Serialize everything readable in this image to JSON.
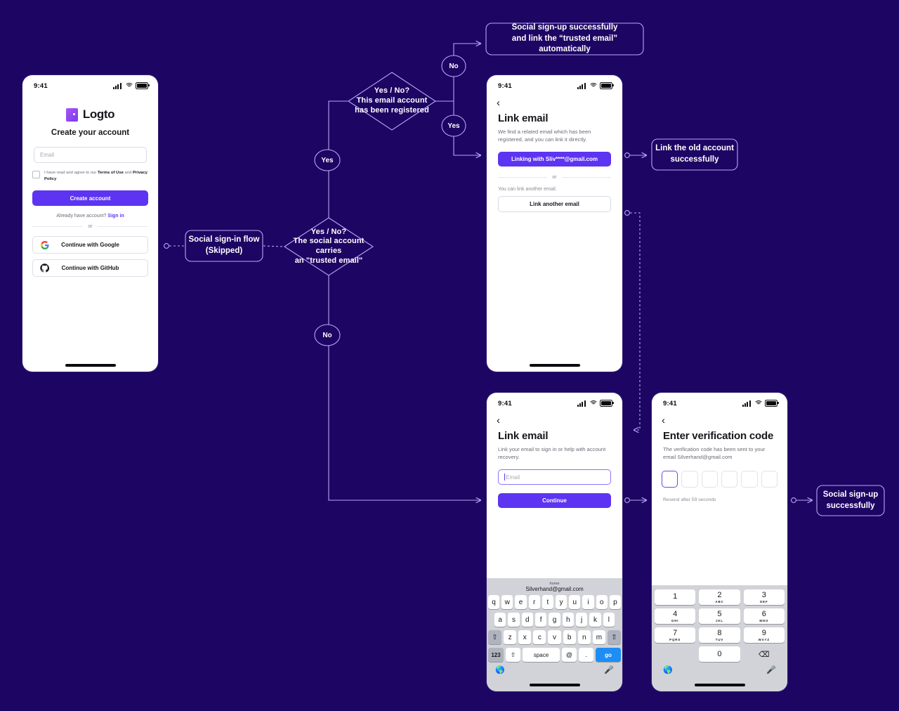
{
  "canvas": {
    "background": "#1d0563",
    "stroke": "#b9a6f5",
    "accent": "#5d34f2"
  },
  "flow": {
    "decisions": [
      {
        "id": "email-registered",
        "text": "Yes / No?\nThis email account\nhas been registered"
      },
      {
        "id": "trusted-email",
        "text": "Yes / No?\nThe social account carries\nan \"trusted email\""
      }
    ],
    "branch_labels": [
      {
        "id": "no-top",
        "text": "No"
      },
      {
        "id": "yes-top",
        "text": "Yes"
      },
      {
        "id": "yes-left",
        "text": "Yes"
      },
      {
        "id": "no-bottom",
        "text": "No"
      }
    ],
    "boxes": [
      {
        "id": "social-signin-flow",
        "text": "Social sign-in flow\n(Skipped)"
      },
      {
        "id": "social-signup-trusted",
        "text": "Social sign-up successfully\nand link the “trusted email” automatically"
      },
      {
        "id": "link-old-account",
        "text": "Link the old account\nsuccessfully"
      },
      {
        "id": "social-signup-success",
        "text": "Social sign-up\nsuccessfully"
      }
    ]
  },
  "phones": {
    "create_account": {
      "status": {
        "time": "9:41",
        "signal_icon": "signal-icon",
        "wifi_icon": "wifi-icon",
        "battery_icon": "battery-icon"
      },
      "logo_text": "Logto",
      "title": "Create your account",
      "email_placeholder": "Email",
      "terms_prefix": "I have read and agree to our ",
      "terms_link": "Terms of Use",
      "terms_mid": " and ",
      "privacy_link": "Privacy Policy",
      "primary_button": "Create account",
      "signin_prompt": "Already have account?",
      "signin_link": "Sign in",
      "divider_label": "or",
      "google_button": "Continue with Google",
      "github_button": "Continue with GitHub"
    },
    "link_email_existing": {
      "status": {
        "time": "9:41"
      },
      "back_icon": "back-chevron-icon",
      "title": "Link email",
      "description": "We find a related email which has been registered, and you can link it directly.",
      "primary_button": "Linking with Sliv****@gmail.com",
      "divider_label": "or",
      "hint": "You can link another email.",
      "secondary_button": "Link another email"
    },
    "link_email_input": {
      "status": {
        "time": "9:41"
      },
      "back_icon": "back-chevron-icon",
      "title": "Link email",
      "description": "Link your email to sign in or help with account recovery.",
      "email_placeholder": "Email",
      "primary_button": "Continue",
      "keyboard": {
        "suggestion_label": "home",
        "suggestion_value": "Silverhand@gmail.com",
        "row1": [
          "q",
          "w",
          "e",
          "r",
          "t",
          "y",
          "u",
          "i",
          "o",
          "p"
        ],
        "row2": [
          "a",
          "s",
          "d",
          "f",
          "g",
          "h",
          "j",
          "k",
          "l"
        ],
        "row3": [
          "z",
          "x",
          "c",
          "v",
          "b",
          "n",
          "m"
        ],
        "shift_icon": "shift-icon",
        "backspace_icon": "backspace-icon",
        "numbers_key": "123",
        "space_key": "space",
        "at_key": "@",
        "dot_key": ".",
        "go_key": "go",
        "globe_icon": "globe-icon",
        "mic_icon": "microphone-icon"
      }
    },
    "verification_code": {
      "status": {
        "time": "9:41"
      },
      "back_icon": "back-chevron-icon",
      "title": "Enter verification code",
      "description": "The verification code has been sent to your email Silverhand@gmail.com",
      "code_cells": [
        "",
        "",
        "",
        "",
        "",
        ""
      ],
      "active_cell_index": 0,
      "resend": "Resend after 59 seconds",
      "keypad": [
        {
          "digit": "1",
          "letters": ""
        },
        {
          "digit": "2",
          "letters": "ABC"
        },
        {
          "digit": "3",
          "letters": "DEF"
        },
        {
          "digit": "4",
          "letters": "GHI"
        },
        {
          "digit": "5",
          "letters": "JKL"
        },
        {
          "digit": "6",
          "letters": "MNO"
        },
        {
          "digit": "7",
          "letters": "PQRS"
        },
        {
          "digit": "8",
          "letters": "TUV"
        },
        {
          "digit": "9",
          "letters": "WXYZ"
        },
        {
          "digit": "0",
          "letters": ""
        }
      ],
      "delete_icon": "backspace-icon",
      "globe_icon": "globe-icon",
      "mic_icon": "microphone-icon"
    }
  }
}
